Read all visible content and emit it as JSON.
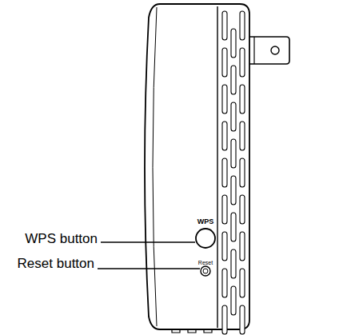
{
  "diagram": {
    "labels": [
      "WPS button",
      "Reset button",
      "WPS",
      "Reset"
    ]
  }
}
